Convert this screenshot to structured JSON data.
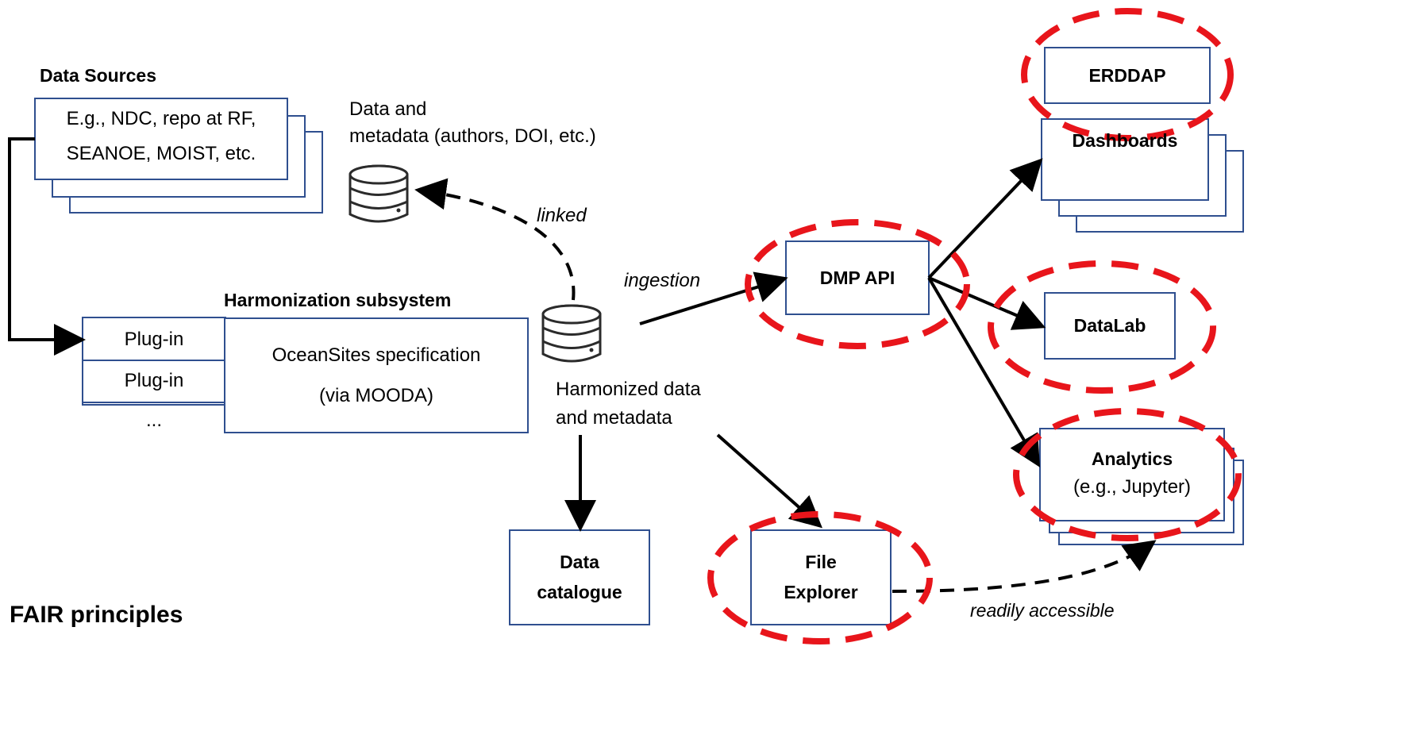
{
  "data_sources": {
    "title": "Data Sources",
    "line1": "E.g., NDC, repo at RF,",
    "line2": "SEANOE, MOIST, etc."
  },
  "data_and_metadata": {
    "line1": "Data and",
    "line2": "metadata (authors, DOI, etc.)"
  },
  "linked_label": "linked",
  "harmonization": {
    "title": "Harmonization subsystem",
    "plugin1": "Plug-in",
    "plugin2": "Plug-in",
    "ellipsis": "...",
    "spec_line1": "OceanSites specification",
    "spec_line2": "(via MOODA)"
  },
  "harmonized": {
    "line1": "Harmonized data",
    "line2": "and metadata"
  },
  "ingestion_label": "ingestion",
  "dmp_api": "DMP API",
  "erddap": "ERDDAP",
  "dashboards": "Dashboards",
  "datalab": "DataLab",
  "analytics": {
    "line1": "Analytics",
    "line2": "(e.g., Jupyter)"
  },
  "data_catalogue": {
    "line1": "Data",
    "line2": "catalogue"
  },
  "file_explorer": {
    "line1": "File",
    "line2": "Explorer"
  },
  "readily_label": "readily accessible",
  "fair_title": "FAIR principles",
  "colors": {
    "box_border": "#2f4f8f",
    "highlight": "#e8151b",
    "arrow": "#000000"
  },
  "icons": [
    "database-icon"
  ]
}
